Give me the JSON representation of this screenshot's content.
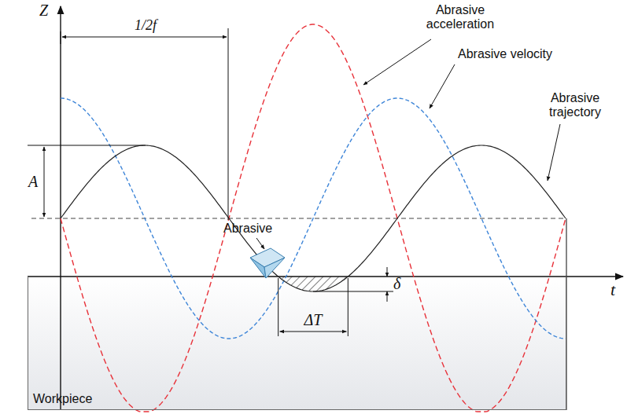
{
  "diagram": {
    "nodes": [
      {
        "text": [
          "Workpiece"
        ]
      }
    ],
    "labels": [
      "Z",
      "t",
      "1/2f",
      "A",
      "Abrasive acceleration",
      "Abrasive velocity",
      "Abrasive trajectory",
      "Abrasive",
      "δ",
      "ΔT"
    ]
  }
}
